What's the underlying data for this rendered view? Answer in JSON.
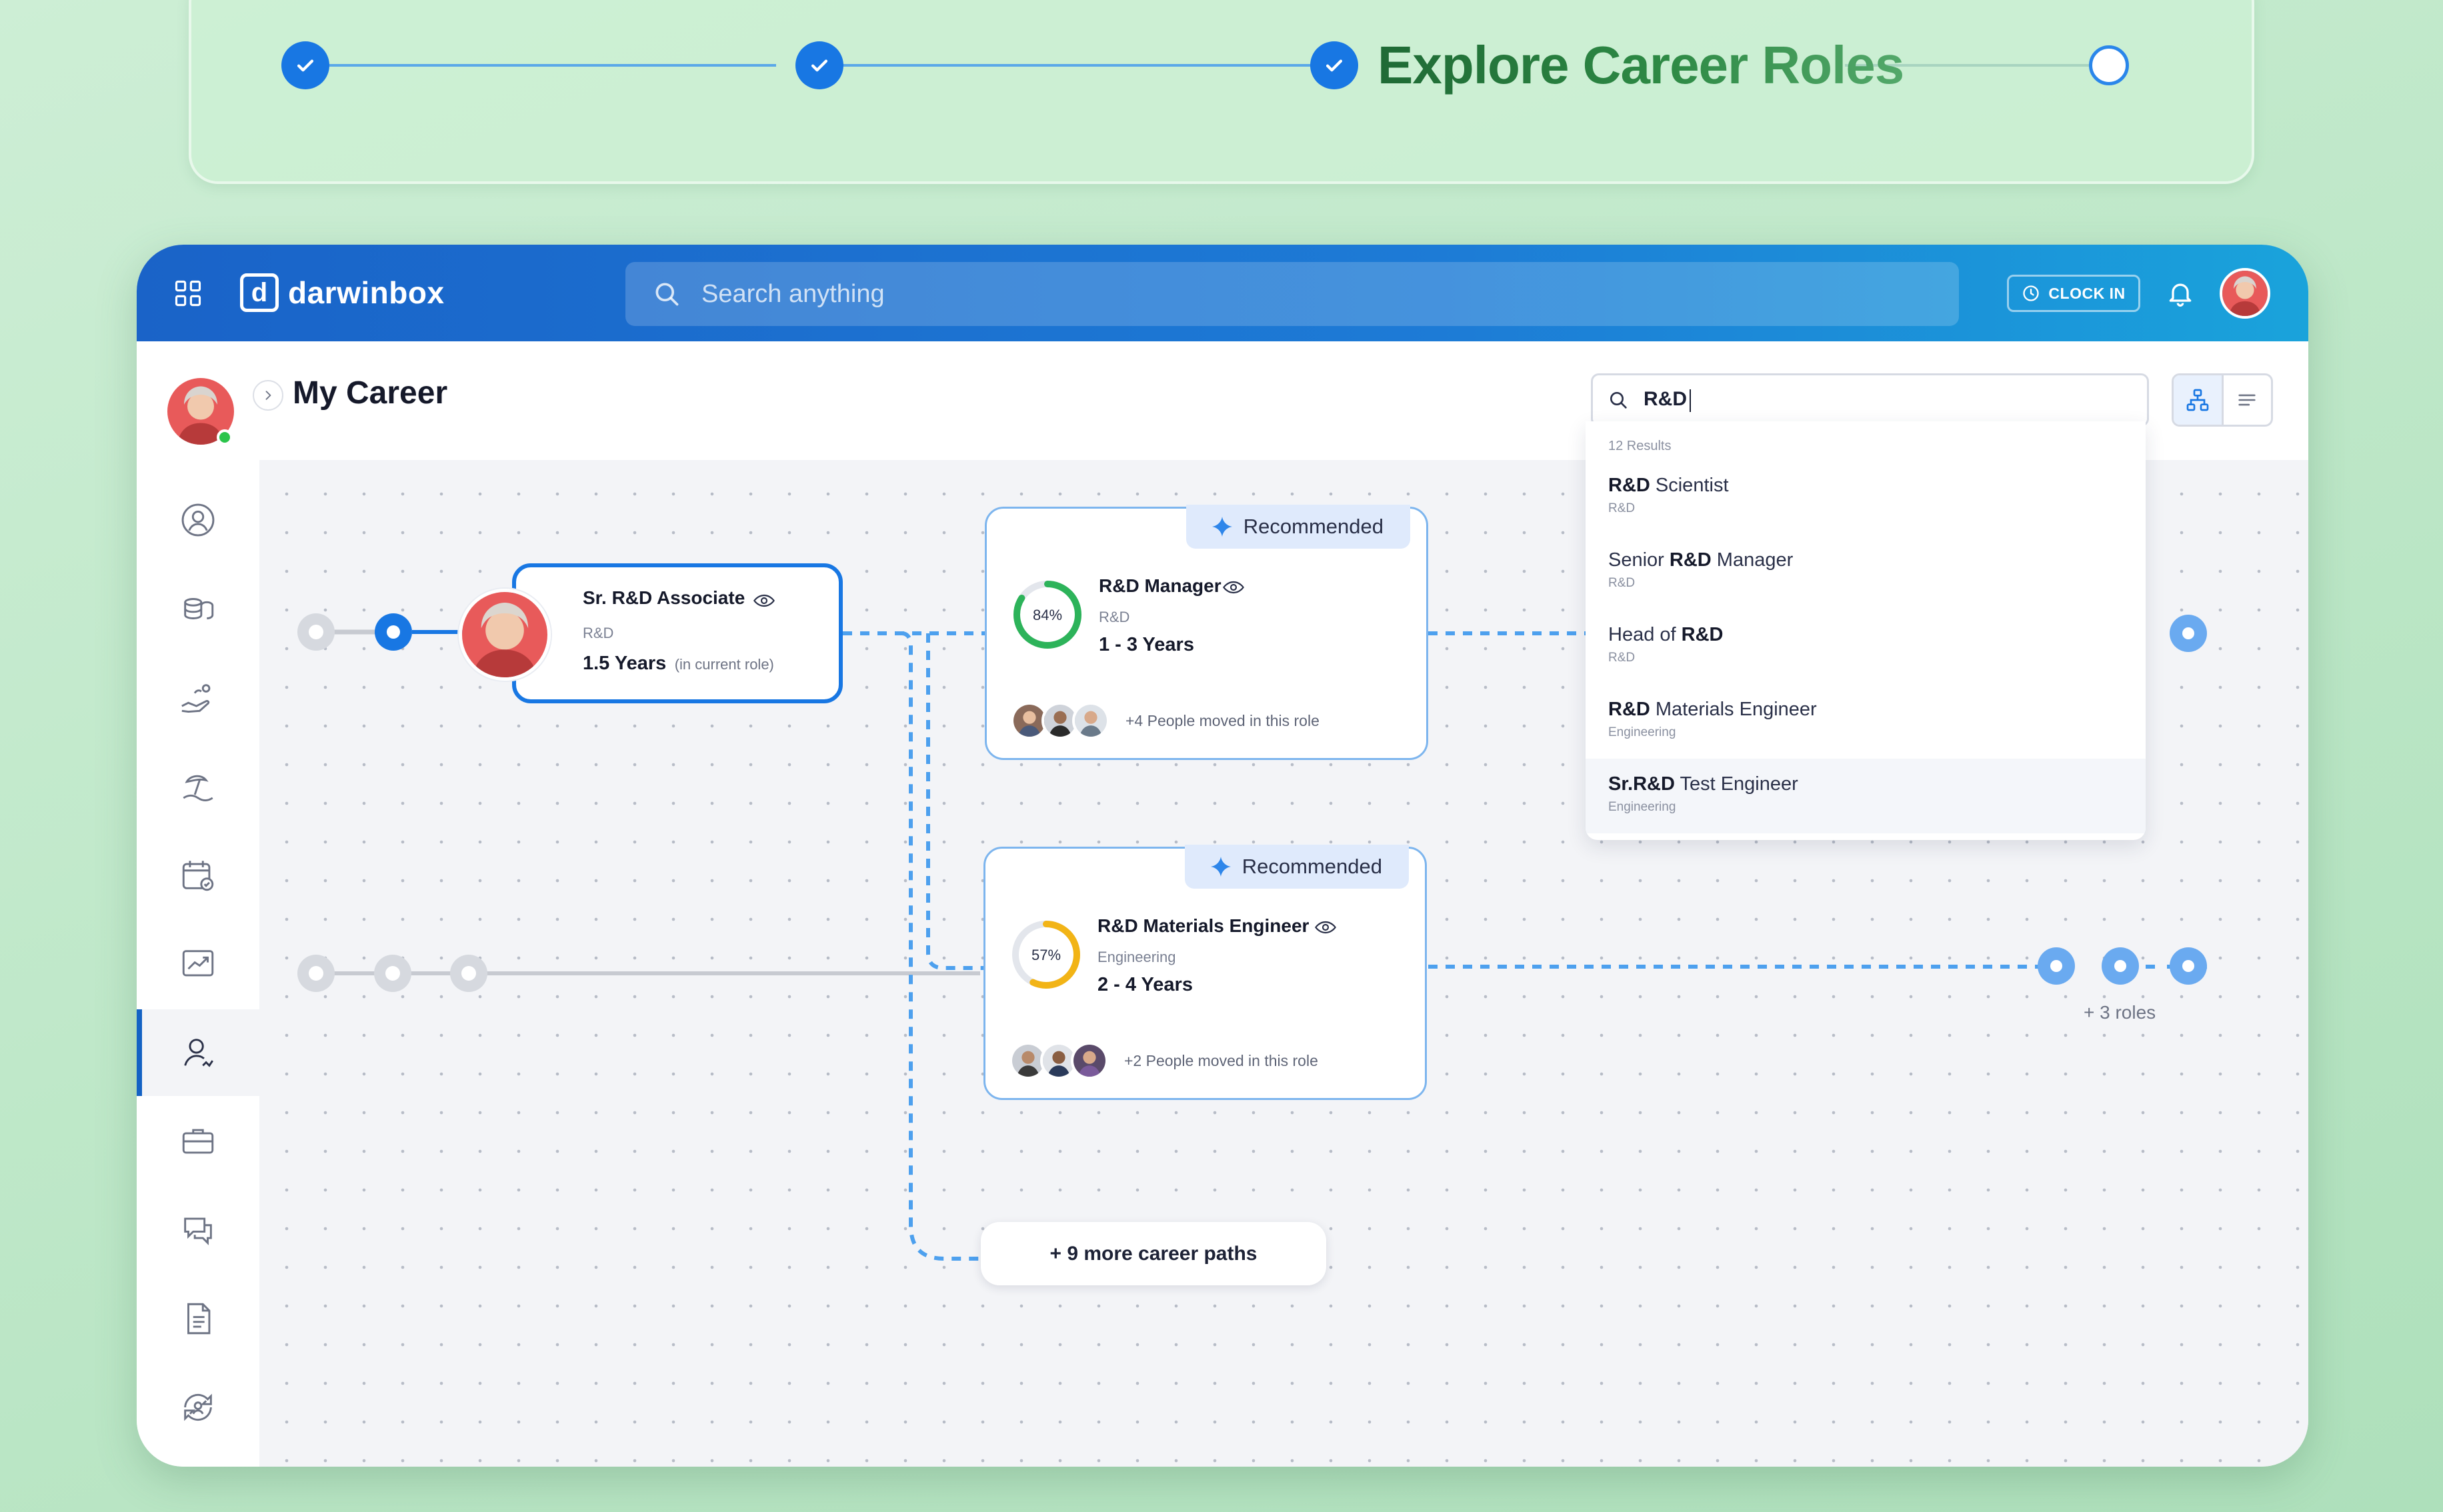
{
  "stepper": {
    "title": "Explore Career Roles",
    "steps": [
      {
        "state": "done"
      },
      {
        "state": "done"
      },
      {
        "state": "current"
      },
      {
        "state": "pending"
      }
    ],
    "colors": {
      "done": "#1877e3",
      "title_start": "#1f6a35",
      "title_end": "#53a86a"
    }
  },
  "topbar": {
    "brand": "darwinbox",
    "logo_letter": "d",
    "search_placeholder": "Search anything",
    "clock_in": "CLOCK IN",
    "icons": [
      "apps-grid-icon",
      "search-icon",
      "clock-icon",
      "bell-icon"
    ]
  },
  "sidebar": {
    "items": [
      {
        "icon": "profile-icon"
      },
      {
        "icon": "coins-icon"
      },
      {
        "icon": "hand-care-icon"
      },
      {
        "icon": "beach-leave-icon"
      },
      {
        "icon": "calendar-check-icon"
      },
      {
        "icon": "growth-chart-icon"
      },
      {
        "icon": "career-person-icon",
        "active": true
      },
      {
        "icon": "briefcase-icon"
      },
      {
        "icon": "chat-icon"
      },
      {
        "icon": "document-icon"
      },
      {
        "icon": "exit-cycle-icon"
      }
    ]
  },
  "page": {
    "title": "My Career",
    "role_search": {
      "value": "R&D"
    }
  },
  "search_results": {
    "count": "12 Results",
    "items": [
      {
        "match": "R&D",
        "name_rest": " Scientist",
        "prefix": "",
        "dept": "R&D"
      },
      {
        "match": "R&D",
        "name_rest": " Manager",
        "prefix": "Senior ",
        "dept": "R&D"
      },
      {
        "match": "R&D",
        "name_rest": "",
        "prefix": "Head of ",
        "dept": "R&D"
      },
      {
        "match": "R&D",
        "name_rest": " Materials Engineer",
        "prefix": "",
        "dept": "Engineering"
      },
      {
        "match": "Sr.R&D",
        "name_rest": " Test Engineer",
        "prefix": "",
        "dept": "Engineering",
        "highlighted": true
      }
    ]
  },
  "current_role": {
    "title": "Sr. R&D Associate",
    "dept": "R&D",
    "years": "1.5 Years",
    "note": "(in current role)"
  },
  "roles": [
    {
      "badge": "Recommended",
      "title": "R&D Manager",
      "dept": "R&D",
      "years": "1 - 3 Years",
      "match_label": "84%",
      "match": 0.84,
      "ring_color": "#2db35a",
      "people": "+4 People moved in this role"
    },
    {
      "badge": "Recommended",
      "title": "R&D Materials Engineer",
      "dept": "Engineering",
      "years": "2 - 4 Years",
      "match_label": "57%",
      "match": 0.57,
      "ring_color": "#f2b416",
      "people": "+2 People moved in this role"
    }
  ],
  "more_paths": "+ 9 more career paths",
  "plus_roles": "+ 3 roles"
}
